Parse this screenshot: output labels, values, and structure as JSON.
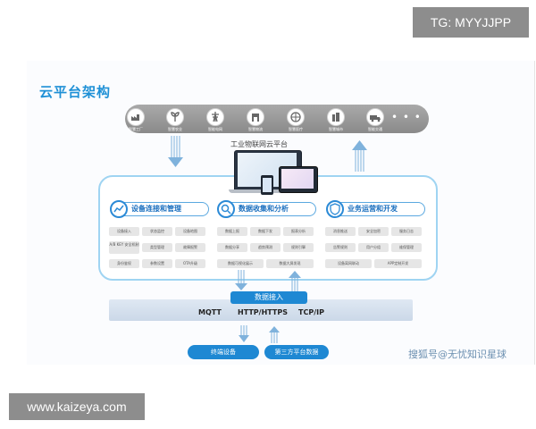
{
  "overlay": {
    "tg_badge": "TG: MYYJJPP",
    "site_badge": "www.kaizeya.com",
    "watermark": "搜狐号@无忧知识星球"
  },
  "title": "云平台架构",
  "app_bar": {
    "items": [
      {
        "label": "智慧工厂",
        "icon": "factory-icon"
      },
      {
        "label": "智慧农业",
        "icon": "plant-icon"
      },
      {
        "label": "智能电网",
        "icon": "power-tower-icon"
      },
      {
        "label": "智慧物流",
        "icon": "warehouse-icon"
      },
      {
        "label": "智慧医疗",
        "icon": "medical-globe-icon"
      },
      {
        "label": "智慧城市",
        "icon": "city-icon"
      },
      {
        "label": "智能交通",
        "icon": "truck-icon"
      }
    ],
    "more": "• • •"
  },
  "platform_title": "工业物联网云平台",
  "columns": [
    {
      "title": "设备连接和管理",
      "icon": "chart-up-icon",
      "items": [
        "设备接入",
        "状态监控",
        "设备地图",
        "A/B KEY 安全机制",
        "类型管理",
        "故障报警",
        "身份鉴权",
        "参数设置",
        "OTA升级"
      ]
    },
    {
      "title": "数据收集和分析",
      "icon": "magnifier-icon",
      "items": [
        "数据上报",
        "数据下发",
        "报表分析",
        "数据分享",
        "趋势预测",
        "规则引擎",
        "数据可视化展示",
        "数据大屏发现"
      ]
    },
    {
      "title": "业务运营和开发",
      "icon": "shield-icon",
      "items": [
        "消息推送",
        "安全加密",
        "服务日志",
        "告警规则",
        "用户分组",
        "维保管理",
        "设备离网联动",
        "APP定制开发"
      ]
    }
  ],
  "access": {
    "title": "数据接入",
    "protocols": [
      "MQTT",
      "HTTP/HTTPS",
      "TCP/IP"
    ]
  },
  "bottom": {
    "terminal": "终端设备",
    "third_party": "第三方平台数据"
  },
  "colors": {
    "accent": "#1e88d3",
    "title": "#1e90d6",
    "bar_gray": "#9b9b9b",
    "container_border": "#9fd4f2"
  }
}
